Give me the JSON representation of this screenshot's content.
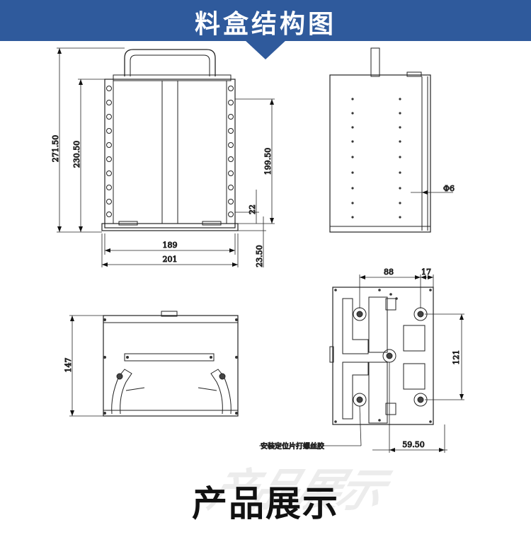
{
  "header": {
    "title": "料盒结构图"
  },
  "front_view": {
    "dim_overall_height": "271.50",
    "dim_body_height": "230.50",
    "dim_slot_span": "199.50",
    "dim_bottom_gap": "22",
    "dim_foot_height": "23.50",
    "dim_inner_width": "189",
    "dim_outer_width": "201"
  },
  "side_view": {
    "dim_hole_diameter": "Φ6"
  },
  "top_view": {
    "dim_height": "147"
  },
  "bottom_view": {
    "dim_hole_spacing": "88",
    "dim_edge_offset": "17",
    "dim_vertical_spacing": "121",
    "dim_center_offset": "59.50",
    "note": "安装定位片打螺丝胶"
  },
  "footer": {
    "title": "产品展示",
    "watermark": "产品展示"
  }
}
